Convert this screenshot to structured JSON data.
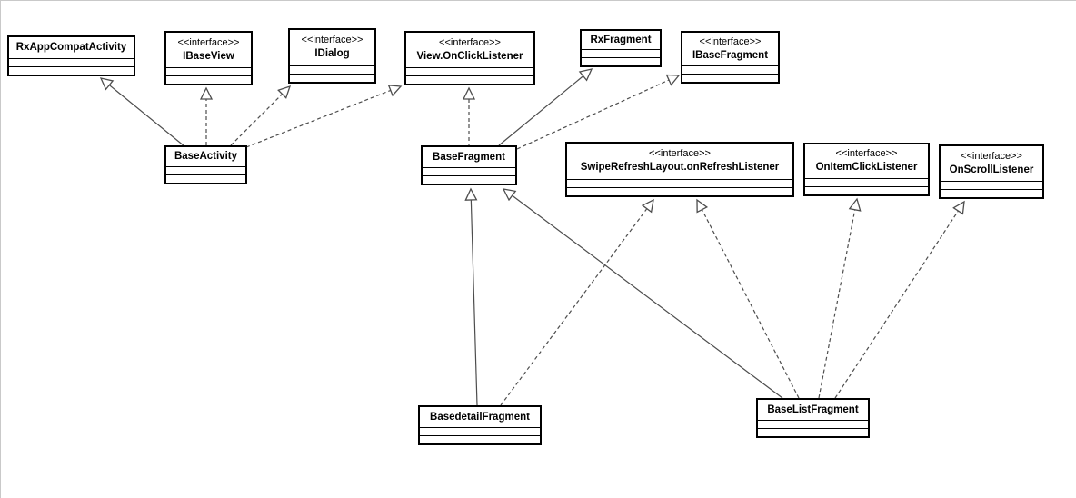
{
  "diagram": {
    "kind": "uml-class-diagram",
    "stereotype_interface": "<<interface>>",
    "colors": {
      "background": "#ffffff",
      "box_border": "#000000",
      "box_fill": "#ffffff",
      "edge_line": "#4d4d4d",
      "text": "#000000"
    },
    "classes": [
      {
        "name": "RxAppCompatActivity",
        "stereotype": ""
      },
      {
        "name": "IBaseView",
        "stereotype": "<<interface>>"
      },
      {
        "name": "IDialog",
        "stereotype": "<<interface>>"
      },
      {
        "name": "View.OnClickListener",
        "stereotype": "<<interface>>"
      },
      {
        "name": "RxFragment",
        "stereotype": ""
      },
      {
        "name": "IBaseFragment",
        "stereotype": "<<interface>>"
      },
      {
        "name": "BaseActivity",
        "stereotype": ""
      },
      {
        "name": "BaseFragment",
        "stereotype": ""
      },
      {
        "name": "SwipeRefreshLayout.onRefreshListener",
        "stereotype": "<<interface>>"
      },
      {
        "name": "OnItemClickListener",
        "stereotype": "<<interface>>"
      },
      {
        "name": "OnScrollListener",
        "stereotype": "<<interface>>"
      },
      {
        "name": "BasedetailFragment",
        "stereotype": ""
      },
      {
        "name": "BaseListFragment",
        "stereotype": ""
      }
    ],
    "relationships": [
      {
        "from": "BaseActivity",
        "to": "RxAppCompatActivity",
        "type": "generalization",
        "line": "solid"
      },
      {
        "from": "BaseActivity",
        "to": "IBaseView",
        "type": "realization",
        "line": "dashed"
      },
      {
        "from": "BaseActivity",
        "to": "IDialog",
        "type": "realization",
        "line": "dashed"
      },
      {
        "from": "BaseActivity",
        "to": "View.OnClickListener",
        "type": "realization",
        "line": "dashed"
      },
      {
        "from": "BaseFragment",
        "to": "View.OnClickListener",
        "type": "realization",
        "line": "dashed"
      },
      {
        "from": "BaseFragment",
        "to": "RxFragment",
        "type": "generalization",
        "line": "solid"
      },
      {
        "from": "BaseFragment",
        "to": "IBaseFragment",
        "type": "realization",
        "line": "dashed"
      },
      {
        "from": "BasedetailFragment",
        "to": "BaseFragment",
        "type": "generalization",
        "line": "solid"
      },
      {
        "from": "BaseListFragment",
        "to": "BaseFragment",
        "type": "generalization",
        "line": "solid"
      },
      {
        "from": "BasedetailFragment",
        "to": "SwipeRefreshLayout.onRefreshListener",
        "type": "realization",
        "line": "dashed"
      },
      {
        "from": "BaseListFragment",
        "to": "SwipeRefreshLayout.onRefreshListener",
        "type": "realization",
        "line": "dashed"
      },
      {
        "from": "BaseListFragment",
        "to": "OnItemClickListener",
        "type": "realization",
        "line": "dashed"
      },
      {
        "from": "BaseListFragment",
        "to": "OnScrollListener",
        "type": "realization",
        "line": "dashed"
      }
    ]
  }
}
